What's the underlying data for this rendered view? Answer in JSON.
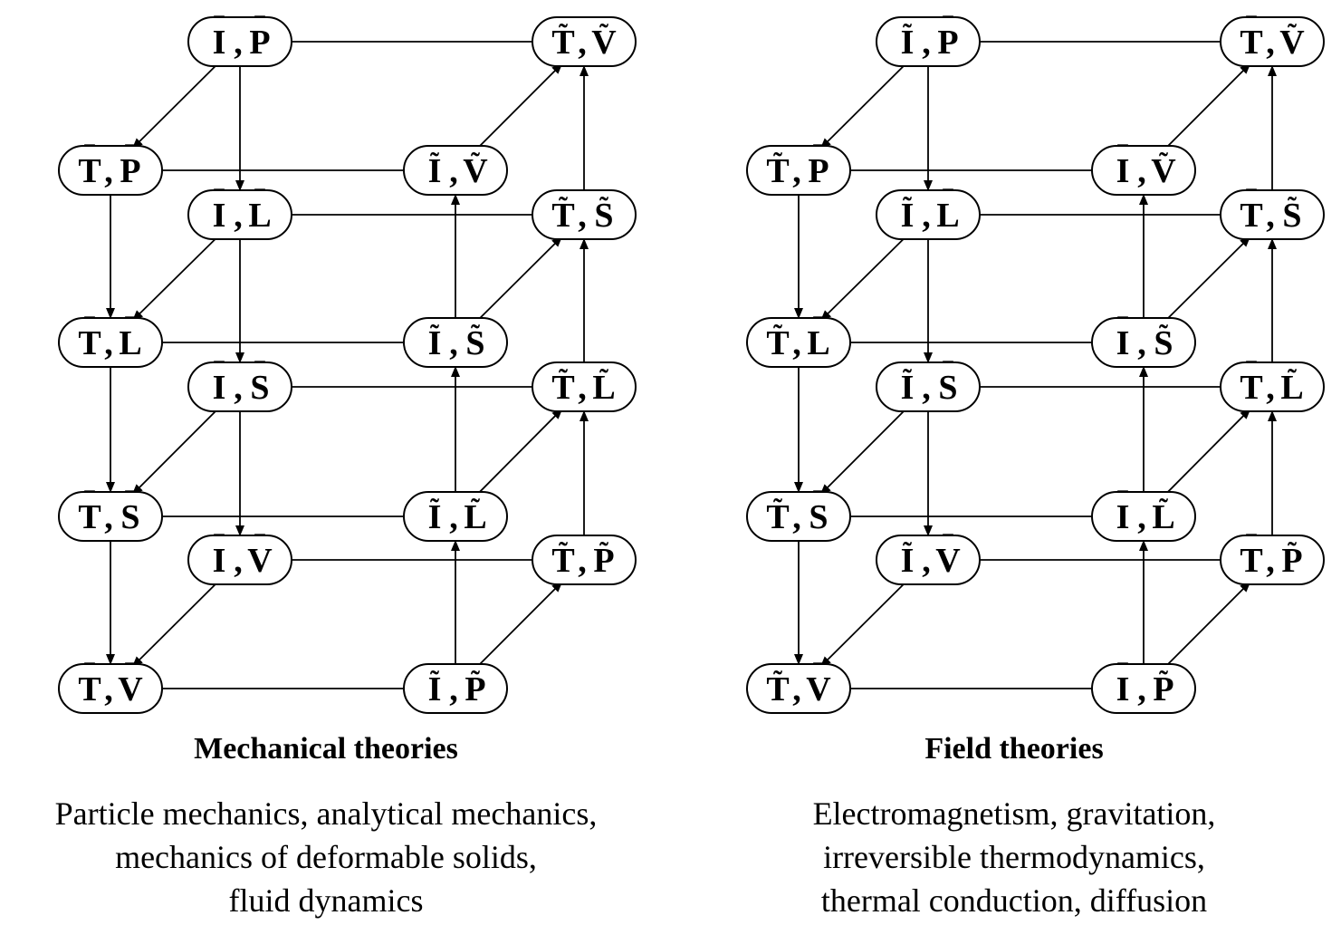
{
  "marks": {
    "bar": "‾",
    "tilde": "˜"
  },
  "panels": [
    {
      "title": "Mechanical theories",
      "description": [
        "Particle mechanics, analytical mechanics,",
        "mechanics of deformable solids,",
        "fluid dynamics"
      ],
      "nodes": [
        {
          "id": "IP",
          "a": "I",
          "am": "bar",
          "b": "P",
          "bm": "bar"
        },
        {
          "id": "TV",
          "a": "T",
          "am": "tilde",
          "b": "V",
          "bm": "tilde"
        },
        {
          "id": "TP",
          "a": "T",
          "am": "bar",
          "b": "P",
          "bm": "bar"
        },
        {
          "id": "IV",
          "a": "I",
          "am": "tilde",
          "b": "V",
          "bm": "tilde"
        },
        {
          "id": "IL",
          "a": "I",
          "am": "bar",
          "b": "L",
          "bm": "bar"
        },
        {
          "id": "TS",
          "a": "T",
          "am": "tilde",
          "b": "S",
          "bm": "tilde"
        },
        {
          "id": "TL",
          "a": "T",
          "am": "bar",
          "b": "L",
          "bm": "bar"
        },
        {
          "id": "IS2",
          "a": "I",
          "am": "tilde",
          "b": "S",
          "bm": "tilde"
        },
        {
          "id": "IS",
          "a": "I",
          "am": "bar",
          "b": "S",
          "bm": "bar"
        },
        {
          "id": "TL2",
          "a": "T",
          "am": "tilde",
          "b": "L",
          "bm": "tilde"
        },
        {
          "id": "TS2",
          "a": "T",
          "am": "bar",
          "b": "S",
          "bm": "bar"
        },
        {
          "id": "IL2",
          "a": "I",
          "am": "tilde",
          "b": "L",
          "bm": "tilde"
        },
        {
          "id": "IV2",
          "a": "I",
          "am": "bar",
          "b": "V",
          "bm": "bar"
        },
        {
          "id": "TP2",
          "a": "T",
          "am": "tilde",
          "b": "P",
          "bm": "tilde"
        },
        {
          "id": "TV2",
          "a": "T",
          "am": "bar",
          "b": "V",
          "bm": "bar"
        },
        {
          "id": "IP2",
          "a": "I",
          "am": "tilde",
          "b": "P",
          "bm": "tilde"
        }
      ]
    },
    {
      "title": "Field theories",
      "description": [
        "Electromagnetism, gravitation,",
        "irreversible thermodynamics,",
        "thermal conduction, diffusion"
      ],
      "nodes": [
        {
          "id": "IP",
          "a": "I",
          "am": "tilde",
          "b": "P",
          "bm": "bar"
        },
        {
          "id": "TV",
          "a": "T",
          "am": "bar",
          "b": "V",
          "bm": "tilde"
        },
        {
          "id": "TP",
          "a": "T",
          "am": "tilde",
          "b": "P",
          "bm": "bar"
        },
        {
          "id": "IV",
          "a": "I",
          "am": "bar",
          "b": "V",
          "bm": "tilde"
        },
        {
          "id": "IL",
          "a": "I",
          "am": "tilde",
          "b": "L",
          "bm": "bar"
        },
        {
          "id": "TS",
          "a": "T",
          "am": "bar",
          "b": "S",
          "bm": "tilde"
        },
        {
          "id": "TL",
          "a": "T",
          "am": "tilde",
          "b": "L",
          "bm": "bar"
        },
        {
          "id": "IS2",
          "a": "I",
          "am": "bar",
          "b": "S",
          "bm": "tilde"
        },
        {
          "id": "IS",
          "a": "I",
          "am": "tilde",
          "b": "S",
          "bm": "bar"
        },
        {
          "id": "TL2",
          "a": "T",
          "am": "bar",
          "b": "L",
          "bm": "tilde"
        },
        {
          "id": "TS2",
          "a": "T",
          "am": "tilde",
          "b": "S",
          "bm": "bar"
        },
        {
          "id": "IL2",
          "a": "I",
          "am": "bar",
          "b": "L",
          "bm": "tilde"
        },
        {
          "id": "IV2",
          "a": "I",
          "am": "tilde",
          "b": "V",
          "bm": "bar"
        },
        {
          "id": "TP2",
          "a": "T",
          "am": "bar",
          "b": "P",
          "bm": "tilde"
        },
        {
          "id": "TV2",
          "a": "T",
          "am": "tilde",
          "b": "V",
          "bm": "bar"
        },
        {
          "id": "IP2",
          "a": "I",
          "am": "bar",
          "b": "P",
          "bm": "tilde"
        }
      ]
    }
  ],
  "edges": [
    {
      "from": "IP",
      "to": "TV",
      "arrow": false
    },
    {
      "from": "TP",
      "to": "IV",
      "arrow": false
    },
    {
      "from": "IL",
      "to": "TS",
      "arrow": false
    },
    {
      "from": "TL",
      "to": "IS2",
      "arrow": false
    },
    {
      "from": "IS",
      "to": "TL2",
      "arrow": false
    },
    {
      "from": "TS2",
      "to": "IL2",
      "arrow": false
    },
    {
      "from": "IV2",
      "to": "TP2",
      "arrow": false
    },
    {
      "from": "TV2",
      "to": "IP2",
      "arrow": false
    },
    {
      "from": "IP",
      "to": "TP",
      "arrow": true
    },
    {
      "from": "IL",
      "to": "TL",
      "arrow": true
    },
    {
      "from": "IS",
      "to": "TS2",
      "arrow": true
    },
    {
      "from": "IV2",
      "to": "TV2",
      "arrow": true
    },
    {
      "from": "IV",
      "to": "TV",
      "arrow": true
    },
    {
      "from": "IS2",
      "to": "TS",
      "arrow": true
    },
    {
      "from": "IL2",
      "to": "TL2",
      "arrow": true
    },
    {
      "from": "IP2",
      "to": "TP2",
      "arrow": true
    },
    {
      "from": "IP",
      "to": "IL",
      "arrow": true
    },
    {
      "from": "IL",
      "to": "IS",
      "arrow": true
    },
    {
      "from": "IS",
      "to": "IV2",
      "arrow": true
    },
    {
      "from": "TP",
      "to": "TL",
      "arrow": true
    },
    {
      "from": "TL",
      "to": "TS2",
      "arrow": true
    },
    {
      "from": "TS2",
      "to": "TV2",
      "arrow": true
    },
    {
      "from": "IP2",
      "to": "IL2",
      "arrow": true
    },
    {
      "from": "IL2",
      "to": "IS2",
      "arrow": true
    },
    {
      "from": "IS2",
      "to": "IV",
      "arrow": true
    },
    {
      "from": "TP2",
      "to": "TL2",
      "arrow": true
    },
    {
      "from": "TL2",
      "to": "TS",
      "arrow": true
    },
    {
      "from": "TS",
      "to": "TV",
      "arrow": true
    }
  ]
}
